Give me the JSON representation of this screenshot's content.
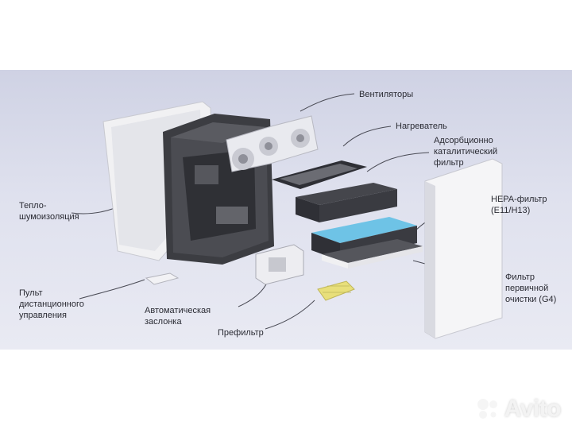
{
  "labels": {
    "fans": "Вентиляторы",
    "heater": "Нагреватель",
    "adsorption_filter": "Адсорбционно\nкаталитический\nфильтр",
    "insulation": "Тепло-\nшумоизоляция",
    "hepa_filter": "HEPA-фильтр\n(E11/H13)",
    "remote": "Пульт\nдистанционного\nуправления",
    "damper": "Автоматическая\nзаслонка",
    "prefilter": "Префильтр",
    "primary_filter": "Фильтр\nпервичной\nочистки (G4)"
  },
  "watermark": "Avito",
  "colors": {
    "band": "#d9dbeb",
    "housing": "#3c3d42",
    "cover": "#f4f4f6",
    "hepa": "#6ec3e6",
    "prefilter": "#e8df7a"
  }
}
